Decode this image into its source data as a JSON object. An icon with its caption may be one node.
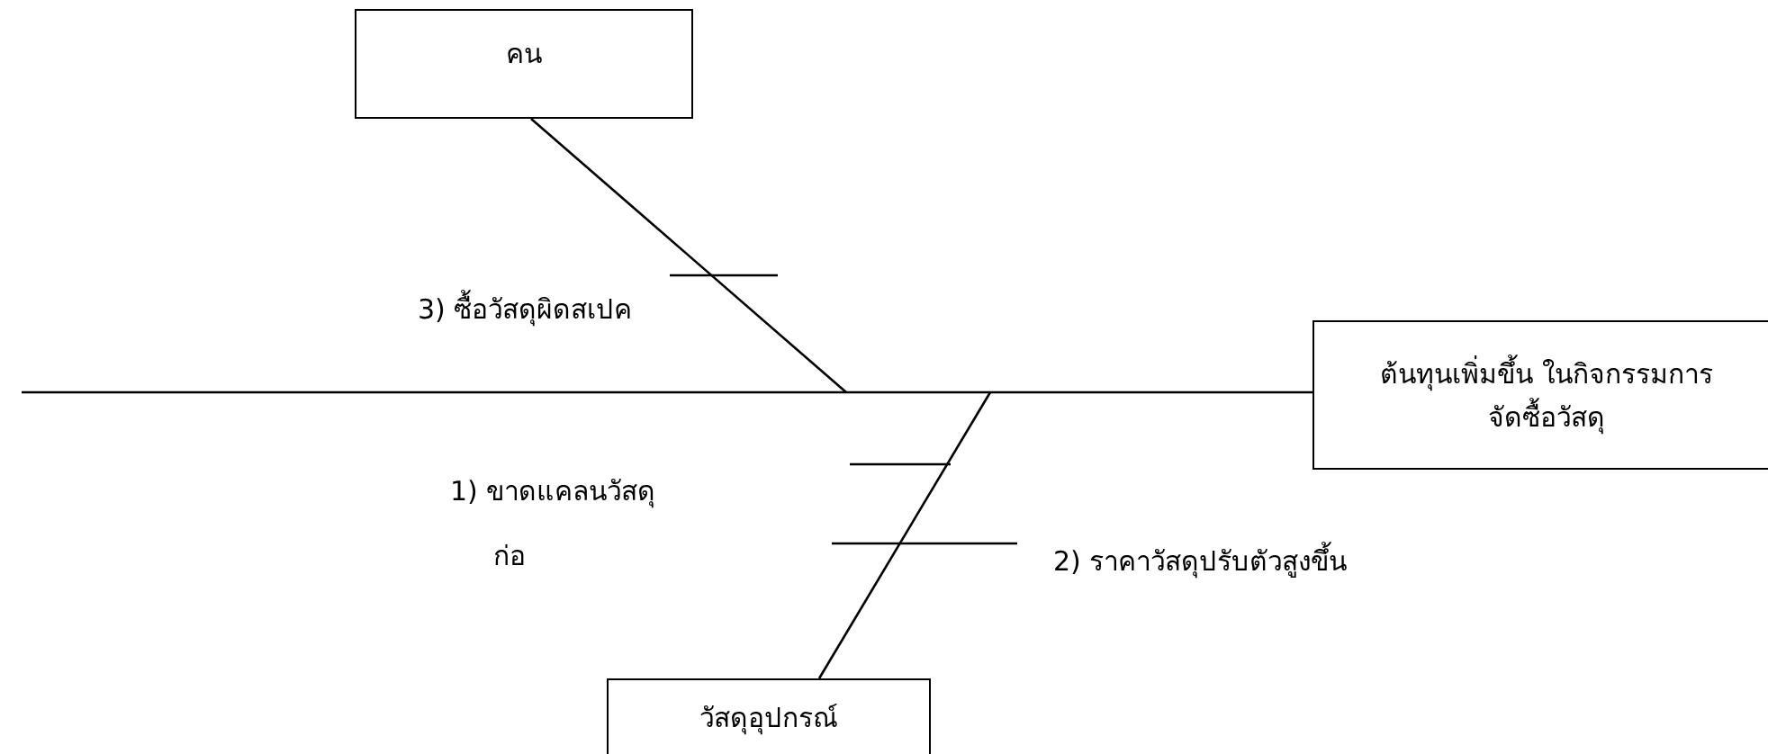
{
  "diagram": {
    "nodes": [
      {
        "text": [
          "คน"
        ]
      },
      {
        "text": [
          "ต้นทุนเพิ่มขึ้น ในกิจกรรมการจัดซื้อวัสดุ"
        ]
      },
      {
        "text": [
          "วัสดุอุปกรณ์"
        ]
      }
    ],
    "edges": [
      {
        "from": 0,
        "to": null,
        "arrow": "none"
      },
      {
        "from": 2,
        "to": null,
        "arrow": "none"
      },
      {
        "from": null,
        "to": 1,
        "arrow": "none"
      }
    ],
    "labels": [
      "3) ซื้อวัสดุผิดสเปค",
      "1) ขาดแคลนวัสดุ",
      "2) ราคาวัสดุปรับตัวสูงขึ้น",
      "ก่อ"
    ]
  }
}
